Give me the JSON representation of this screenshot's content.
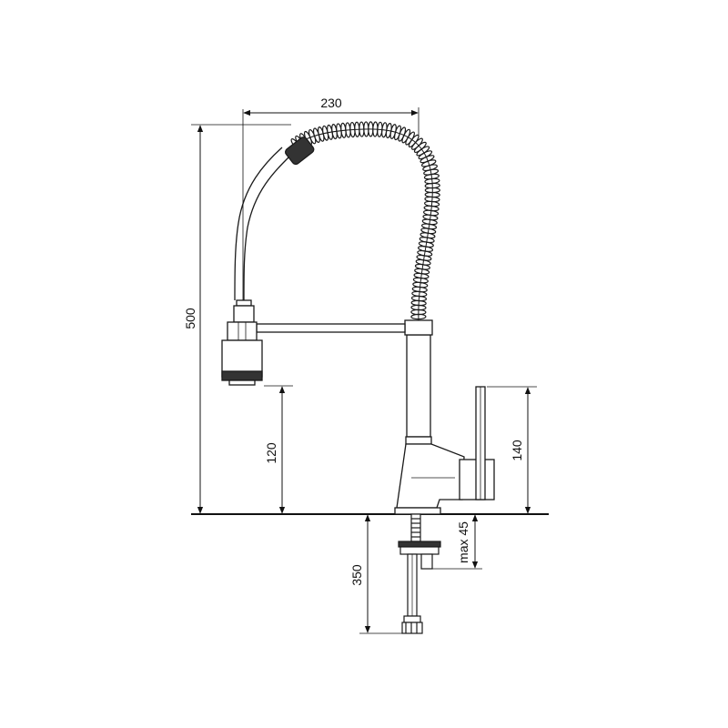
{
  "diagram": {
    "dimensions": {
      "spout_reach": "230",
      "total_height": "500",
      "spray_head_clearance": "120",
      "lever_height": "140",
      "supply_hose_length": "350",
      "max_mounting_thickness": "max 45"
    },
    "colors": {
      "line": "#1a1a1a",
      "fill": "#ffffff",
      "rubber": "#333333"
    }
  }
}
